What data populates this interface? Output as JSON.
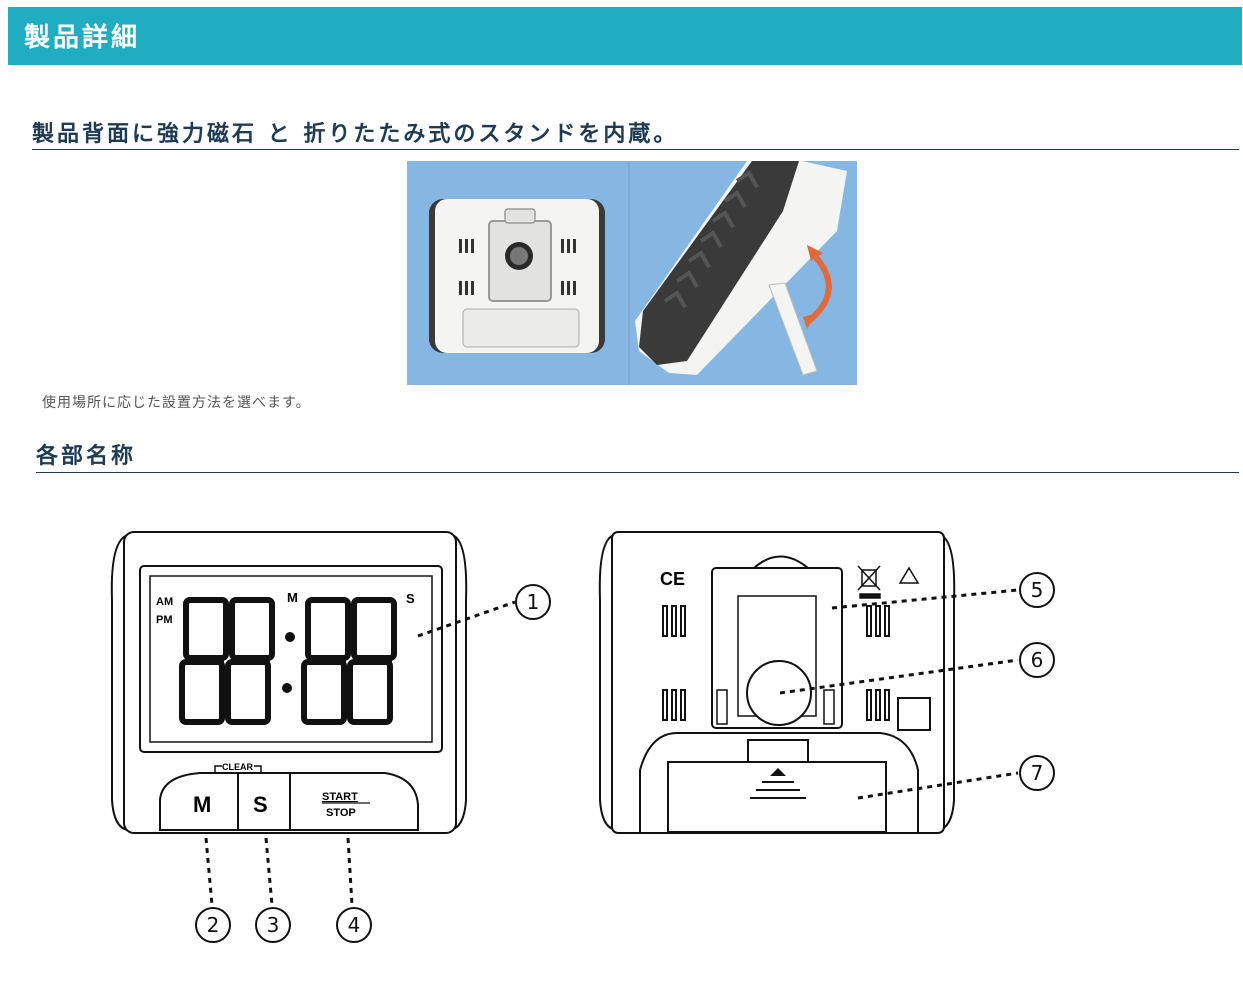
{
  "banner": {
    "title": "製品詳細"
  },
  "sections": {
    "features_title": "製品背面に強力磁石 と 折りたたみ式のスタンドを内蔵。",
    "features_caption": "使用場所に応じた設置方法を選べます。",
    "parts_title": "各部名称"
  },
  "front": {
    "am": "AM",
    "pm": "PM",
    "minute_mark": "M",
    "second_mark": "S",
    "clear_label": "CLEAR",
    "btn_m": "M",
    "btn_s": "S",
    "btn_start": "START",
    "btn_stop": "STOP"
  },
  "callouts": [
    "①",
    "②",
    "③",
    "④",
    "⑤",
    "⑥",
    "⑦"
  ],
  "colors": {
    "banner": "#21adc1",
    "heading": "#1e3b55",
    "photo_bg": "#86b6e2",
    "arrow": "#e06a3b"
  }
}
